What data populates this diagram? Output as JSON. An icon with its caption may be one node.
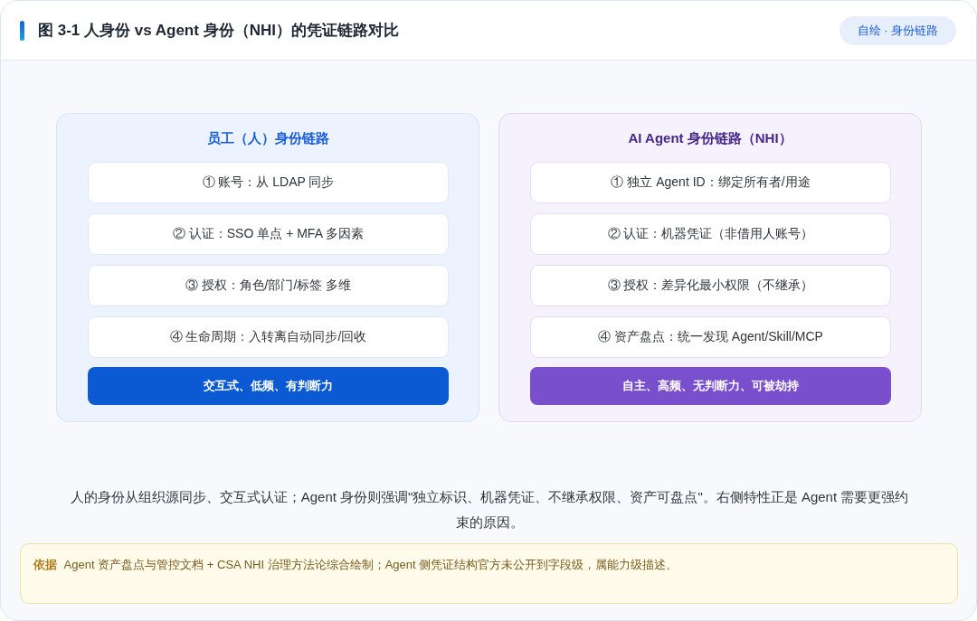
{
  "diagram": {
    "title": "图 3-1 人身份 vs Agent 身份（NHI）的凭证链路对比",
    "caption": "人的身份从组织源同步、交互式认证；Agent 身份则强调\"独立标识、机器凭证、不继承权限、资产可盘点\"。右侧特性正是 Agent 需要更强约束的原因。",
    "nodes": [
      {
        "text": [
          "自绘 · 身份链路"
        ]
      },
      {
        "text": [
          "员工（人）身份链路"
        ]
      },
      {
        "text": [
          "① 账号：从 LDAP 同步"
        ],
        "in": 1
      },
      {
        "text": [
          "② 认证：SSO 单点 + MFA 多因素"
        ],
        "in": 1
      },
      {
        "text": [
          "③ 授权：角色/部门/标签 多维"
        ],
        "in": 1
      },
      {
        "text": [
          "④ 生命周期：入转离自动同步/回收"
        ],
        "in": 1
      },
      {
        "text": [
          "交互式、低频、有判断力"
        ],
        "in": 1
      },
      {
        "text": [
          "AI Agent 身份链路（NHI）"
        ]
      },
      {
        "text": [
          "① 独立 Agent ID：绑定所有者/用途"
        ],
        "in": 7
      },
      {
        "text": [
          "② 认证：机器凭证（非借用人账号）"
        ],
        "in": 7
      },
      {
        "text": [
          "③ 授权：差异化最小权限（不继承）"
        ],
        "in": 7
      },
      {
        "text": [
          "④ 资产盘点：统一发现 Agent/Skill/MCP"
        ],
        "in": 7
      },
      {
        "text": [
          "自主、高频、无判断力、可被劫持"
        ],
        "in": 7
      },
      {
        "text": [
          "**依据** Agent 资产盘点与管控文档 + CSA NHI 治理方法论综合绘制；Agent 侧凭证结构官方未公开到字段级，属能力级描述。"
        ]
      }
    ]
  }
}
